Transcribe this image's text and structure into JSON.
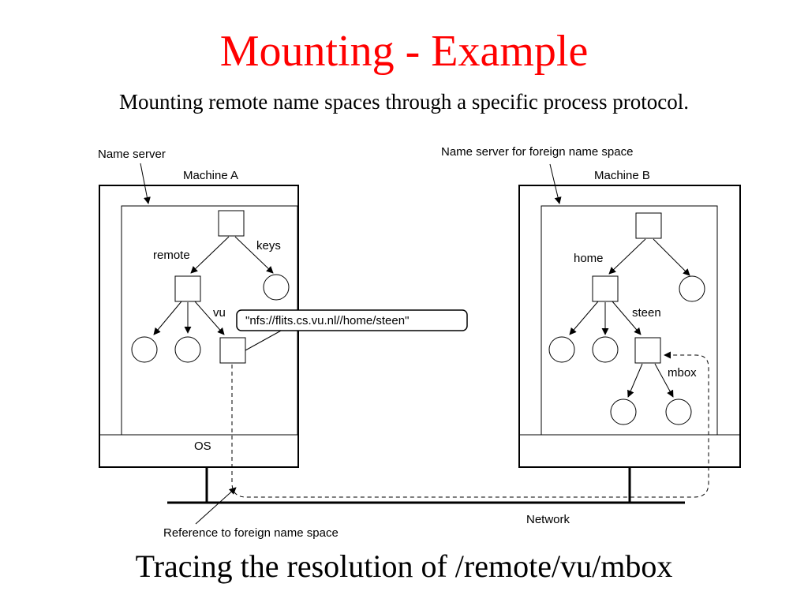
{
  "colors": {
    "title": "#ff0000",
    "text": "#000000",
    "background": "#ffffff"
  },
  "slide": {
    "title": "Mounting - Example",
    "subtitle": "Mounting remote name spaces through a specific process protocol.",
    "caption": "Tracing the resolution of /remote/vu/mbox"
  },
  "diagram": {
    "labels": {
      "name_server": "Name server",
      "machine_a": "Machine A",
      "name_server_foreign": "Name server for foreign name space",
      "machine_b": "Machine B",
      "remote": "remote",
      "keys": "keys",
      "vu": "vu",
      "mount_ref": "\"nfs://flits.cs.vu.nl//home/steen\"",
      "home": "home",
      "steen": "steen",
      "mbox": "mbox",
      "os": "OS",
      "network": "Network",
      "reference": "Reference to foreign name space"
    }
  }
}
